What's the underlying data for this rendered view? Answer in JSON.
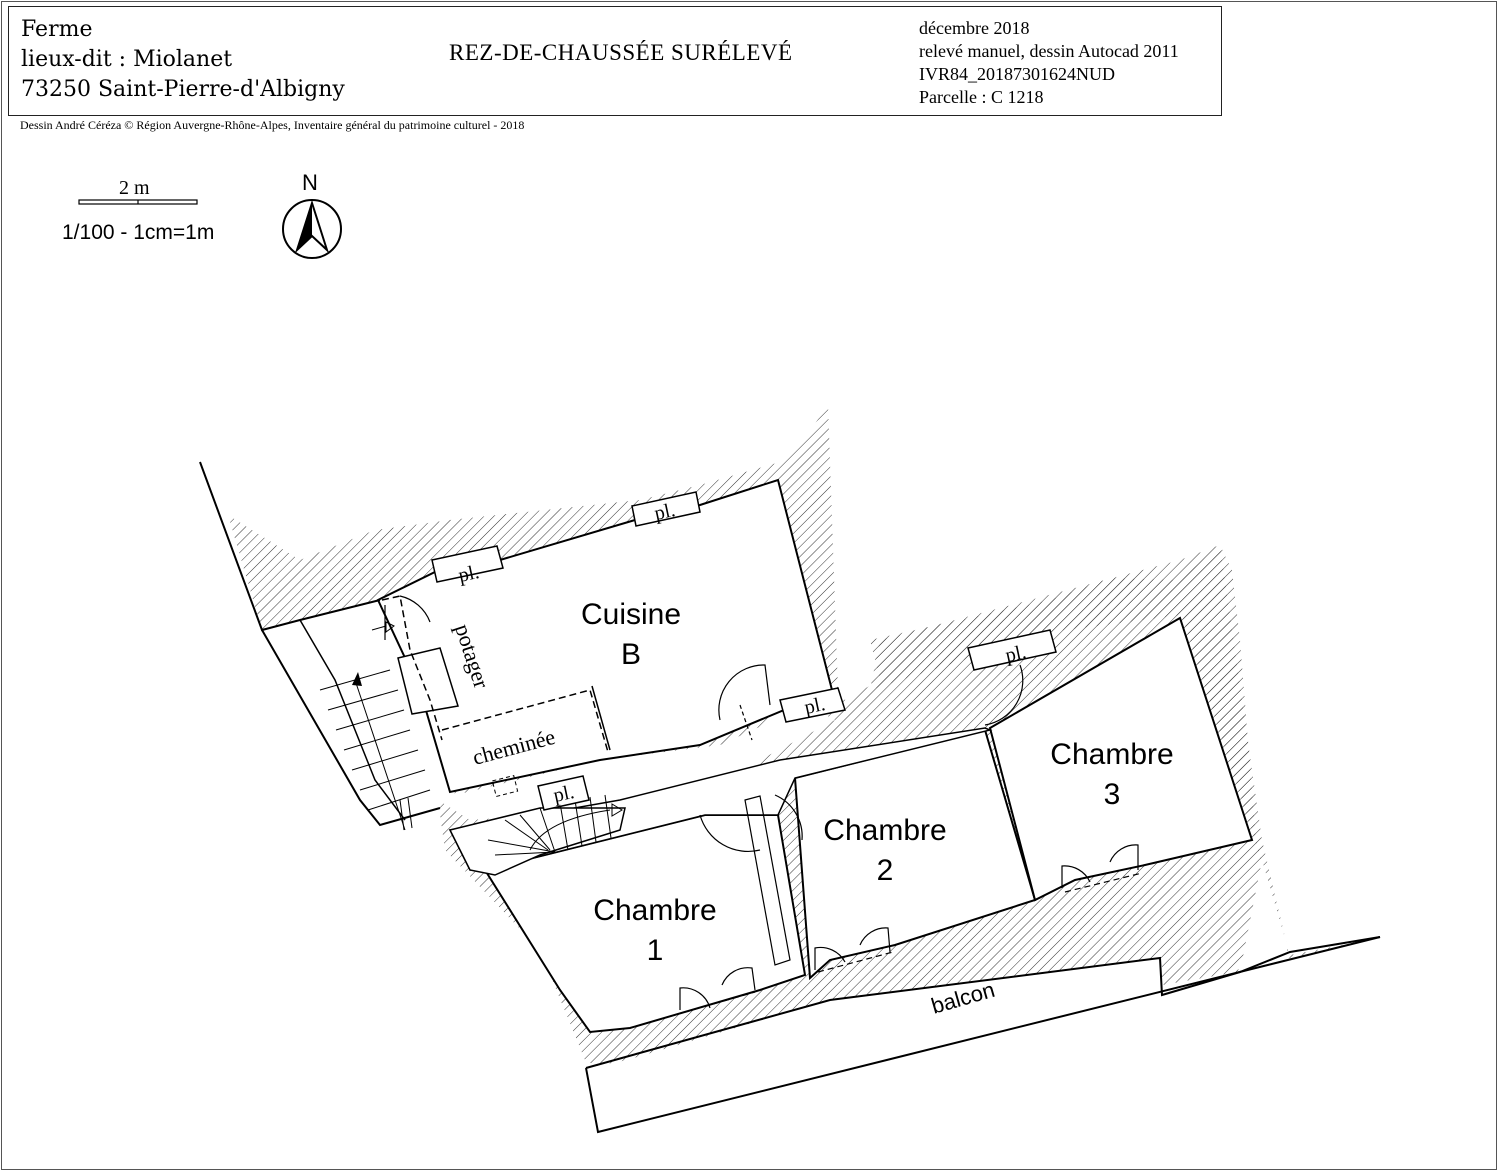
{
  "title_block": {
    "address": [
      "Ferme",
      "lieux-dit : Miolanet",
      "73250 Saint-Pierre-d'Albigny"
    ],
    "title": "REZ-DE-CHAUSSÉE SURÉLEVÉ",
    "meta": [
      "décembre 2018",
      "relevé manuel, dessin Autocad 2011",
      "IVR84_20187301624NUD",
      "Parcelle : C 1218"
    ]
  },
  "credit": "Dessin André Céréza © Région Auvergne-Rhône-Alpes, Inventaire général du patrimoine culturel - 2018",
  "scale": {
    "bar_label": "2 m",
    "ratio_label": "1/100 - 1cm=1m"
  },
  "north": {
    "label": "N"
  },
  "rooms": {
    "cuisine": {
      "name": "Cuisine",
      "id": "B"
    },
    "chambre1": {
      "name": "Chambre",
      "id": "1"
    },
    "chambre2": {
      "name": "Chambre",
      "id": "2"
    },
    "chambre3": {
      "name": "Chambre",
      "id": "3"
    },
    "balcon": {
      "name": "balcon"
    }
  },
  "labels": {
    "placard": "pl.",
    "potager": "potager",
    "cheminee": "cheminée"
  },
  "colors": {
    "ink": "#000000",
    "hatch": "#333333"
  }
}
